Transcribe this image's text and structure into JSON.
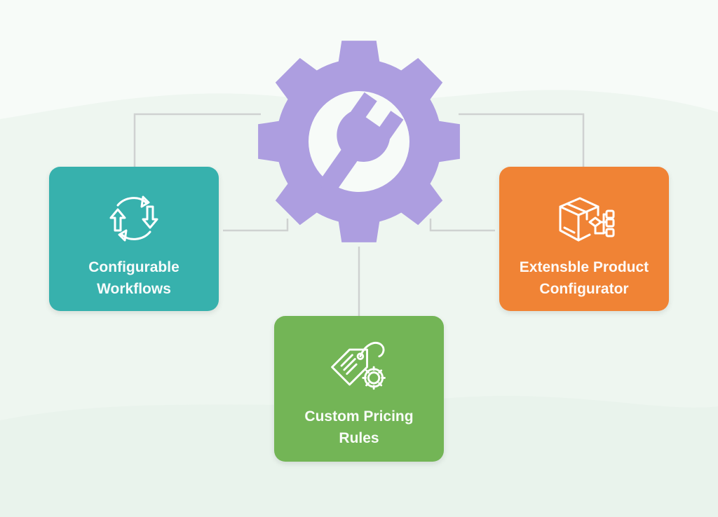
{
  "colors": {
    "gear": "#ad9ee0",
    "connector": "#cfd2d1",
    "workflows_card": "#37b1ad",
    "configurator_card": "#f08335",
    "pricing_card": "#73b556",
    "label_text": "#ffffff"
  },
  "center": {
    "icon": "gear-with-wrench-icon"
  },
  "cards": {
    "workflows": {
      "icon": "circular-arrows-icon",
      "label_line1": "Configurable",
      "label_line2": "Workflows"
    },
    "configurator": {
      "icon": "box-network-icon",
      "label_line1": "Extensble Product",
      "label_line2": "Configurator"
    },
    "pricing": {
      "icon": "price-tag-gear-icon",
      "label_line1": "Custom Pricing",
      "label_line2": "Rules"
    }
  }
}
